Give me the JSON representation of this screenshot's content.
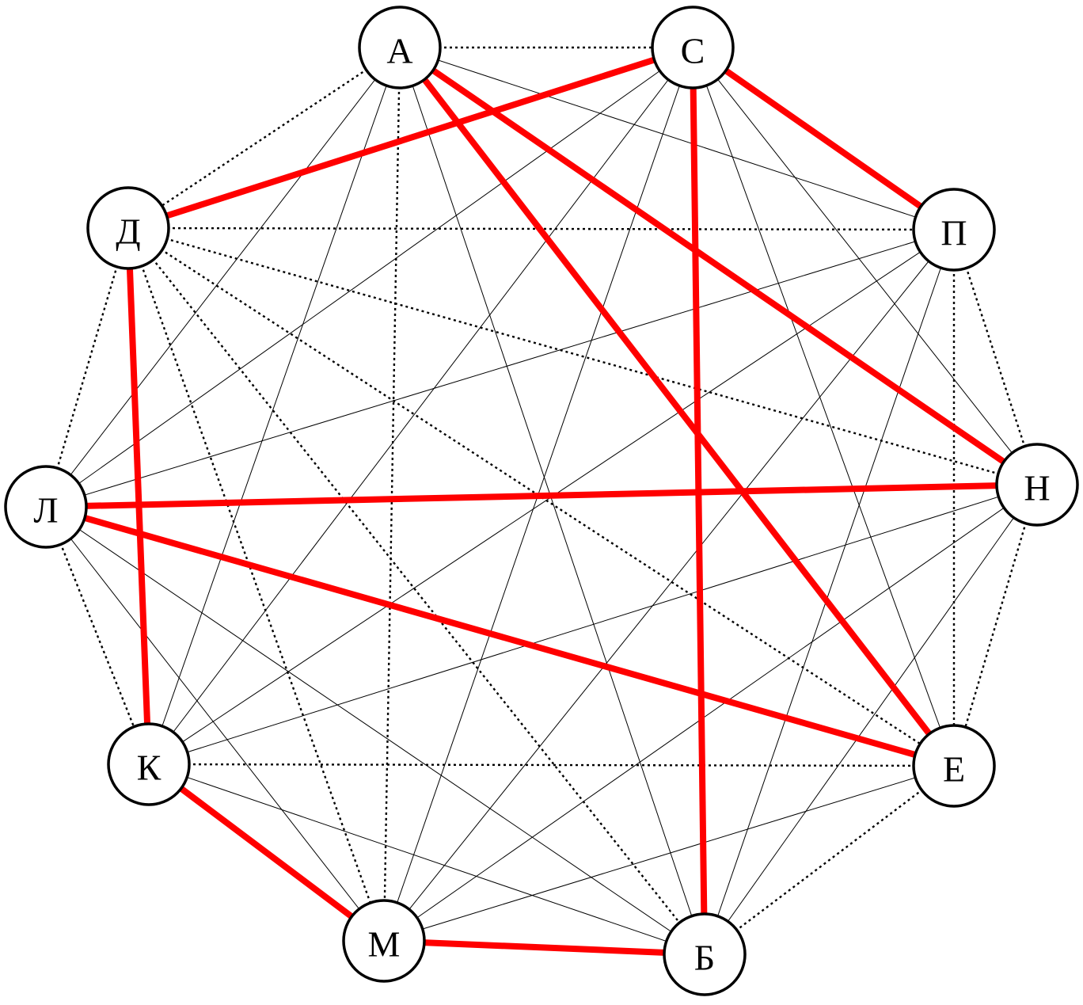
{
  "colors": {
    "highlight": "#ff0000",
    "edge": "#000000",
    "node_fill": "#ffffff"
  },
  "nodes": [
    {
      "id": "A",
      "label": "А"
    },
    {
      "id": "C",
      "label": "С"
    },
    {
      "id": "P",
      "label": "П"
    },
    {
      "id": "N",
      "label": "Н"
    },
    {
      "id": "E",
      "label": "Е"
    },
    {
      "id": "B",
      "label": "Б"
    },
    {
      "id": "M",
      "label": "М"
    },
    {
      "id": "K",
      "label": "К"
    },
    {
      "id": "L",
      "label": "Л"
    },
    {
      "id": "D",
      "label": "Д"
    }
  ],
  "edges": [
    {
      "from": "A",
      "to": "C",
      "style": "dotted"
    },
    {
      "from": "A",
      "to": "D",
      "style": "dotted"
    },
    {
      "from": "D",
      "to": "P",
      "style": "dotted"
    },
    {
      "from": "D",
      "to": "N",
      "style": "dotted"
    },
    {
      "from": "D",
      "to": "E",
      "style": "dotted"
    },
    {
      "from": "D",
      "to": "L",
      "style": "dotted"
    },
    {
      "from": "D",
      "to": "M",
      "style": "dotted"
    },
    {
      "from": "D",
      "to": "B",
      "style": "dotted"
    },
    {
      "from": "A",
      "to": "M",
      "style": "dotted"
    },
    {
      "from": "P",
      "to": "N",
      "style": "dotted"
    },
    {
      "from": "P",
      "to": "E",
      "style": "dotted"
    },
    {
      "from": "N",
      "to": "E",
      "style": "dotted"
    },
    {
      "from": "E",
      "to": "B",
      "style": "dotted"
    },
    {
      "from": "L",
      "to": "K",
      "style": "dotted"
    },
    {
      "from": "K",
      "to": "E",
      "style": "dotted"
    },
    {
      "from": "A",
      "to": "P",
      "style": "thin"
    },
    {
      "from": "A",
      "to": "L",
      "style": "thin"
    },
    {
      "from": "A",
      "to": "K",
      "style": "thin"
    },
    {
      "from": "A",
      "to": "B",
      "style": "thin"
    },
    {
      "from": "C",
      "to": "L",
      "style": "thin"
    },
    {
      "from": "C",
      "to": "K",
      "style": "thin"
    },
    {
      "from": "C",
      "to": "M",
      "style": "thin"
    },
    {
      "from": "C",
      "to": "N",
      "style": "thin"
    },
    {
      "from": "C",
      "to": "E",
      "style": "thin"
    },
    {
      "from": "P",
      "to": "L",
      "style": "thin"
    },
    {
      "from": "P",
      "to": "K",
      "style": "thin"
    },
    {
      "from": "P",
      "to": "M",
      "style": "thin"
    },
    {
      "from": "P",
      "to": "B",
      "style": "thin"
    },
    {
      "from": "N",
      "to": "K",
      "style": "thin"
    },
    {
      "from": "N",
      "to": "M",
      "style": "thin"
    },
    {
      "from": "N",
      "to": "B",
      "style": "thin"
    },
    {
      "from": "E",
      "to": "M",
      "style": "thin"
    },
    {
      "from": "L",
      "to": "M",
      "style": "thin"
    },
    {
      "from": "L",
      "to": "B",
      "style": "thin"
    },
    {
      "from": "K",
      "to": "B",
      "style": "thin"
    },
    {
      "from": "C",
      "to": "D",
      "style": "red"
    },
    {
      "from": "C",
      "to": "P",
      "style": "red"
    },
    {
      "from": "C",
      "to": "B",
      "style": "red"
    },
    {
      "from": "A",
      "to": "N",
      "style": "red"
    },
    {
      "from": "A",
      "to": "E",
      "style": "red"
    },
    {
      "from": "D",
      "to": "K",
      "style": "red"
    },
    {
      "from": "L",
      "to": "N",
      "style": "red"
    },
    {
      "from": "L",
      "to": "E",
      "style": "red"
    },
    {
      "from": "K",
      "to": "M",
      "style": "red"
    },
    {
      "from": "M",
      "to": "B",
      "style": "red"
    }
  ]
}
